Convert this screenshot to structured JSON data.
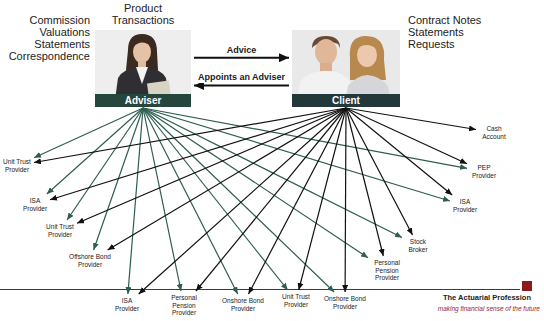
{
  "diagram": {
    "nodes": [
      {
        "text": [
          "Adviser"
        ]
      },
      {
        "text": [
          "Client"
        ]
      },
      {
        "text": [
          "Unit Trust Provider"
        ]
      },
      {
        "text": [
          "ISA Provider"
        ]
      },
      {
        "text": [
          "Unit Trust Provider"
        ]
      },
      {
        "text": [
          "Offshore Bond Provider"
        ]
      },
      {
        "text": [
          "ISA Provider"
        ]
      },
      {
        "text": [
          "Personal Pension Provider"
        ]
      },
      {
        "text": [
          "Onshore Bond Provider"
        ]
      },
      {
        "text": [
          "Unit Trust Provider"
        ]
      },
      {
        "text": [
          "Onshore Bond Provider"
        ]
      },
      {
        "text": [
          "Personal Pension Provider"
        ]
      },
      {
        "text": [
          "Stock Broker"
        ]
      },
      {
        "text": [
          "ISA Provider"
        ]
      },
      {
        "text": [
          "PEP Provider"
        ]
      },
      {
        "text": [
          "Cash Account"
        ]
      }
    ],
    "edges": [
      {
        "from": 0,
        "to": 1,
        "label": "Advice",
        "arrow": "to"
      },
      {
        "from": 1,
        "to": 0,
        "label": "Appoints an Adviser",
        "arrow": "to"
      },
      {
        "from": 0,
        "to": 2,
        "arrow": "to"
      },
      {
        "from": 0,
        "to": 3,
        "arrow": "to"
      },
      {
        "from": 0,
        "to": 4,
        "arrow": "to"
      },
      {
        "from": 0,
        "to": 5,
        "arrow": "to"
      },
      {
        "from": 0,
        "to": 6,
        "arrow": "to"
      },
      {
        "from": 0,
        "to": 7,
        "arrow": "to"
      },
      {
        "from": 0,
        "to": 8,
        "arrow": "to"
      },
      {
        "from": 0,
        "to": 9,
        "arrow": "to"
      },
      {
        "from": 0,
        "to": 10,
        "arrow": "to"
      },
      {
        "from": 0,
        "to": 11,
        "arrow": "to"
      },
      {
        "from": 0,
        "to": 12,
        "arrow": "to"
      },
      {
        "from": 0,
        "to": 13,
        "arrow": "to"
      },
      {
        "from": 0,
        "to": 14,
        "arrow": "to"
      },
      {
        "from": 1,
        "to": 2,
        "arrow": "to"
      },
      {
        "from": 1,
        "to": 3,
        "arrow": "to"
      },
      {
        "from": 1,
        "to": 4,
        "arrow": "to"
      },
      {
        "from": 1,
        "to": 5,
        "arrow": "to"
      },
      {
        "from": 1,
        "to": 6,
        "arrow": "to"
      },
      {
        "from": 1,
        "to": 7,
        "arrow": "to"
      },
      {
        "from": 1,
        "to": 8,
        "arrow": "to"
      },
      {
        "from": 1,
        "to": 9,
        "arrow": "to"
      },
      {
        "from": 1,
        "to": 10,
        "arrow": "to"
      },
      {
        "from": 1,
        "to": 11,
        "arrow": "to"
      },
      {
        "from": 1,
        "to": 12,
        "arrow": "to"
      },
      {
        "from": 1,
        "to": 13,
        "arrow": "to"
      },
      {
        "from": 1,
        "to": 14,
        "arrow": "to"
      },
      {
        "from": 1,
        "to": 15,
        "arrow": "to"
      }
    ],
    "labels": [
      "Product Transactions",
      "Commission",
      "Valuations",
      "Statements",
      "Correspondence",
      "Contract Notes",
      "Statements",
      "Requests",
      "The Actuarial Profession",
      "making financial sense of the future"
    ]
  }
}
